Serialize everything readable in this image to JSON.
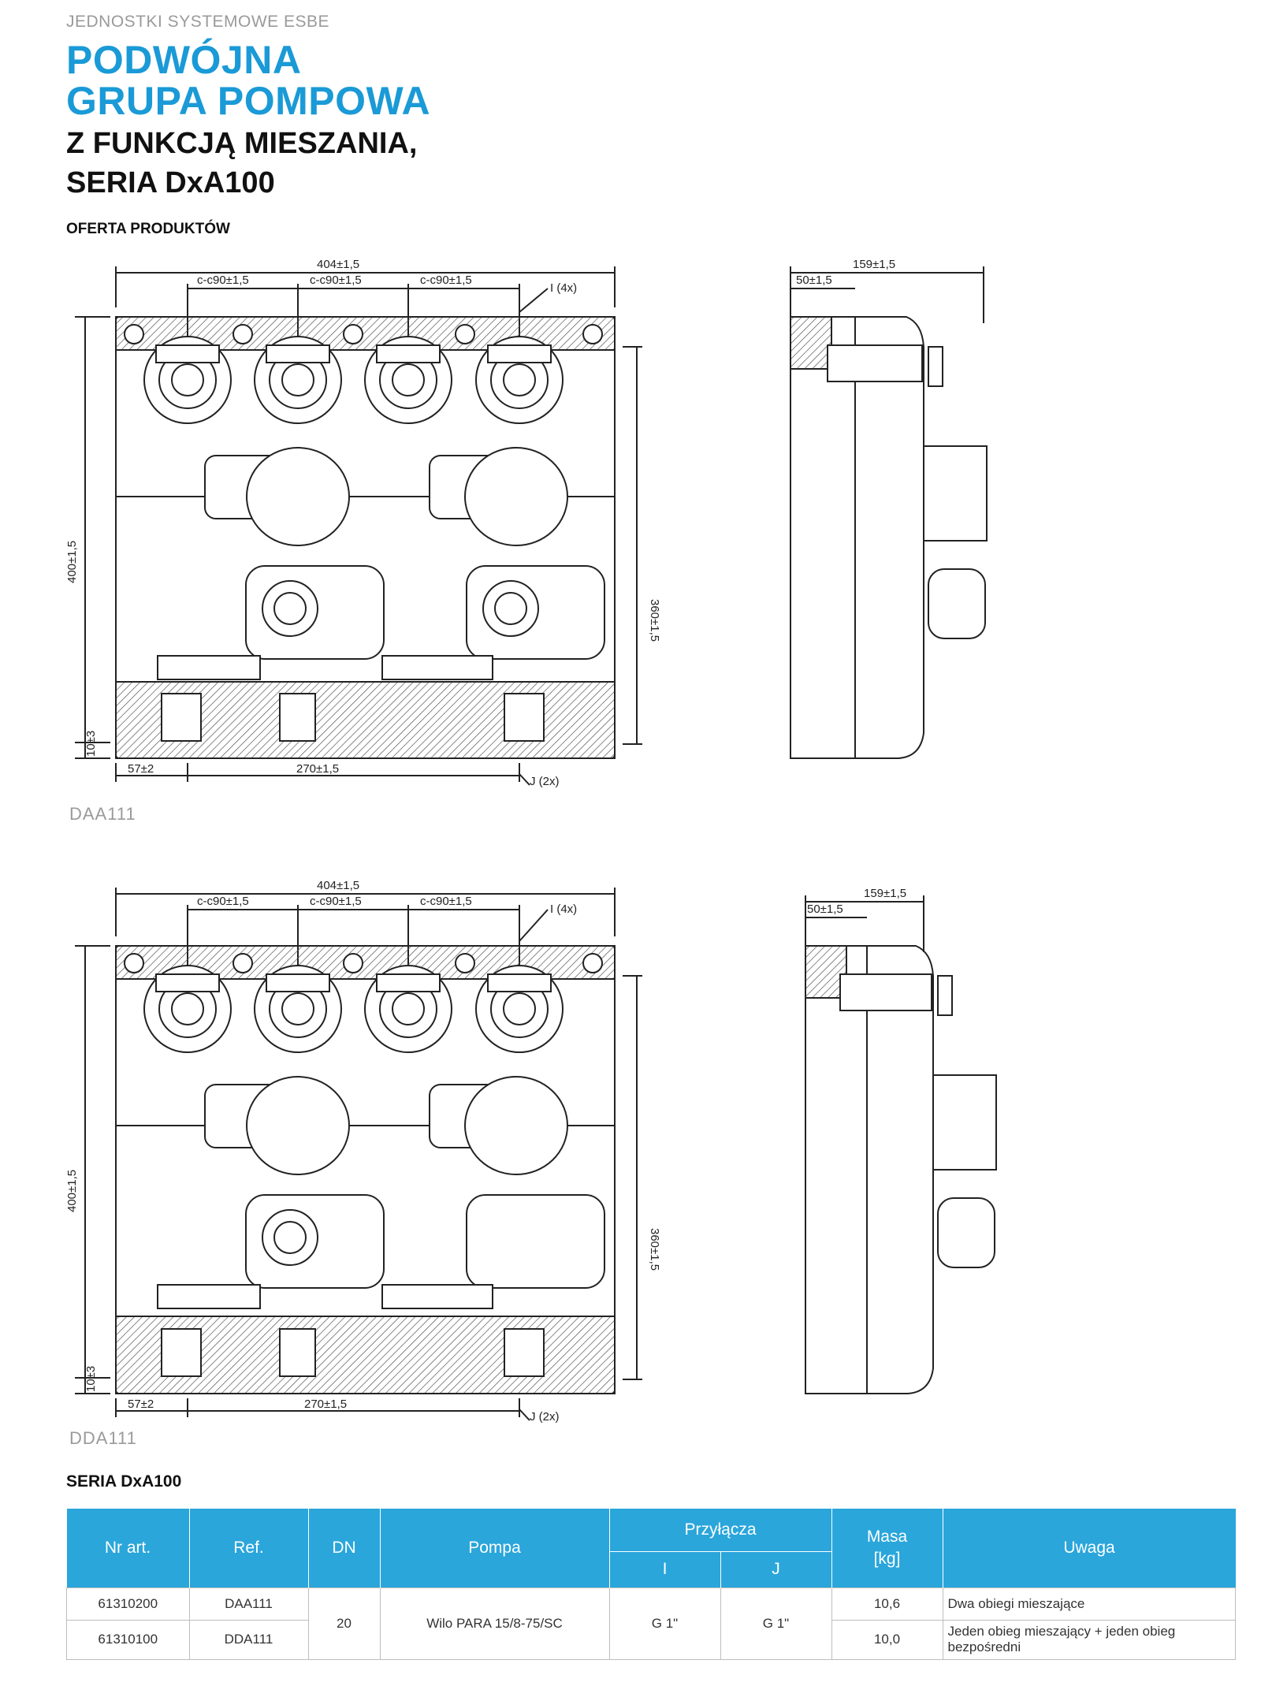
{
  "header": {
    "kicker": "JEDNOSTKI SYSTEMOWE ESBE",
    "title_line1": "PODWÓJNA",
    "title_line2": "GRUPA POMPOWA",
    "subtitle_line1": "Z FUNKCJĄ MIESZANIA,",
    "subtitle_line2": "SERIA DxA100",
    "section": "OFERTA PRODUKTÓW"
  },
  "drawings": [
    {
      "caption": "DAA111",
      "dims": {
        "width": "404±1,5",
        "cc1": "c-c90±1,5",
        "cc2": "c-c90±1,5",
        "cc3": "c-c90±1,5",
        "conn_top": "I (4x)",
        "height": "400±1,5",
        "inner_height": "360±1,5",
        "bottom_offset": "10±3",
        "left_offset": "57±2",
        "bottom_span": "270±1,5",
        "conn_bottom": "J (2x)",
        "side_depth": "159±1,5",
        "side_top": "50±1,5"
      }
    },
    {
      "caption": "DDA111",
      "dims": {
        "width": "404±1,5",
        "cc1": "c-c90±1,5",
        "cc2": "c-c90±1,5",
        "cc3": "c-c90±1,5",
        "conn_top": "I (4x)",
        "height": "400±1,5",
        "inner_height": "360±1,5",
        "bottom_offset": "10±3",
        "left_offset": "57±2",
        "bottom_span": "270±1,5",
        "conn_bottom": "J (2x)",
        "side_depth": "159±1,5",
        "side_top": "50±1,5"
      }
    }
  ],
  "table": {
    "title": "SERIA DxA100",
    "headers": {
      "nr": "Nr art.",
      "ref": "Ref.",
      "dn": "DN",
      "pump": "Pompa",
      "conn": "Przyłącza",
      "conn_i": "I",
      "conn_j": "J",
      "mass_line1": "Masa",
      "mass_line2": "[kg]",
      "note": "Uwaga"
    },
    "rows": [
      {
        "nr": "61310200",
        "ref": "DAA111",
        "mass": "10,6",
        "note": "Dwa obiegi mieszające"
      },
      {
        "nr": "61310100",
        "ref": "DDA111",
        "mass": "10,0",
        "note": "Jeden obieg mieszający + jeden obieg bezpośredni"
      }
    ],
    "shared": {
      "dn": "20",
      "pump": "Wilo PARA 15/8-75/SC",
      "conn_i": "G 1\"",
      "conn_j": "G 1\""
    }
  }
}
